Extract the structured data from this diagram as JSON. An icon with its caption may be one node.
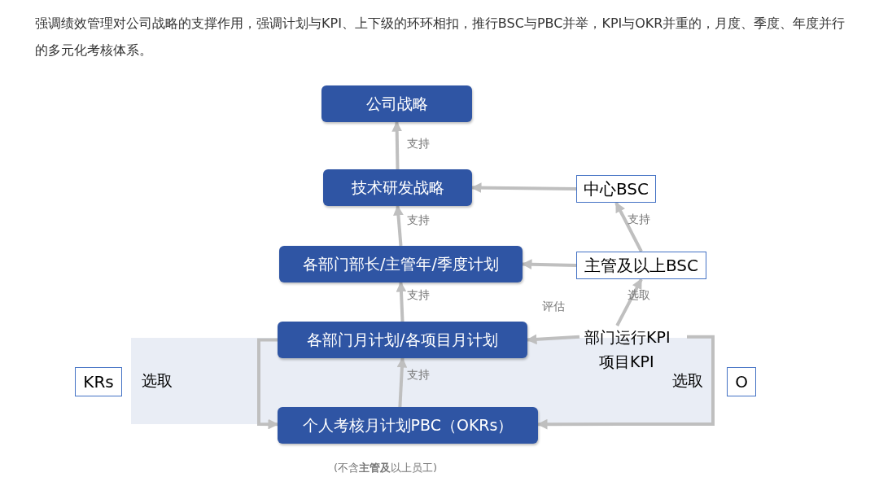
{
  "diagram": {
    "title": "强调绩效管理对公司战略的支撑作用，强调计划与KPI、上下级的环环相扣，推行BSC与PBC并举，KPI与OKR并重的，月度、季度、年度并行的多元化考核体系。",
    "caption": "(不含**主管及**以上员工)",
    "nodes": [
      {
        "text": [
          "公司战略"
        ]
      },
      {
        "text": [
          "技术研发战略"
        ]
      },
      {
        "text": [
          "中心BSC"
        ]
      },
      {
        "text": [
          "各部门部长/主管年/季度计划"
        ]
      },
      {
        "text": [
          "主管及以上BSC"
        ]
      },
      {
        "text": [
          "各部门月计划/各项目月计划"
        ]
      },
      {
        "text": [
          "部门运行KPI",
          "项目KPI"
        ]
      },
      {
        "text": [
          "个人考核月计划PBC（OKRs）"
        ]
      },
      {
        "text": [
          "KRs"
        ]
      },
      {
        "text": [
          "O"
        ]
      }
    ],
    "edges": [
      {
        "from": 1,
        "to": 0,
        "arrow": "to",
        "label": "支持"
      },
      {
        "from": 2,
        "to": 1,
        "arrow": "to"
      },
      {
        "from": 3,
        "to": 1,
        "arrow": "to",
        "label": "支持"
      },
      {
        "from": 4,
        "to": 3,
        "arrow": "to"
      },
      {
        "from": 4,
        "to": 2,
        "arrow": "to",
        "label": "支持"
      },
      {
        "from": 5,
        "to": 3,
        "arrow": "to",
        "label": "支持"
      },
      {
        "from": 6,
        "to": 4,
        "arrow": "to",
        "label": "选取"
      },
      {
        "from": 6,
        "to": 5,
        "arrow": "to",
        "label": "评估"
      },
      {
        "from": 7,
        "to": 5,
        "arrow": "to",
        "label": "支持"
      },
      {
        "from": 6,
        "to": 7,
        "arrow": "to"
      },
      {
        "from": 5,
        "to": 7,
        "arrow": "to"
      }
    ],
    "labels": [
      "选取",
      "选取"
    ]
  }
}
